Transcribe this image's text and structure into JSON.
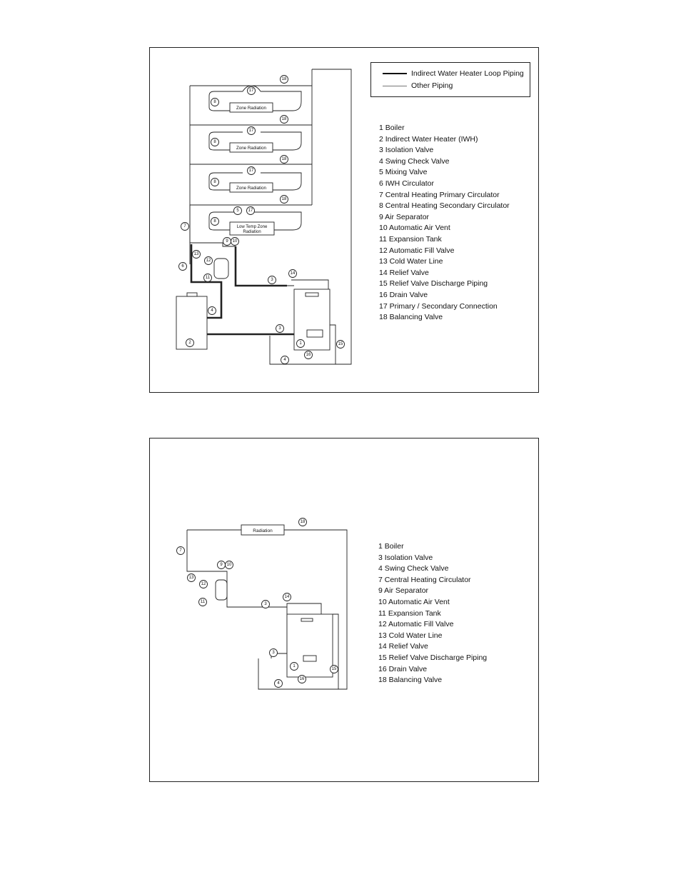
{
  "diagram1": {
    "key": {
      "indirect_label": "Indirect Water Heater Loop Piping",
      "other_label": "Other Piping"
    },
    "legend": [
      "1 Boiler",
      "2 Indirect Water Heater (IWH)",
      "3 Isolation Valve",
      "4 Swing Check Valve",
      "5 Mixing Valve",
      "6 IWH Circulator",
      "7 Central Heating Primary Circulator",
      "8 Central Heating Secondary Circulator",
      "9 Air Separator",
      "10 Automatic Air Vent",
      "11 Expansion Tank",
      "12 Automatic Fill Valve",
      "13 Cold Water Line",
      "14 Relief Valve",
      "15 Relief Valve Discharge Piping",
      "16 Drain Valve",
      "17 Primary / Secondary Connection",
      "18 Balancing Valve"
    ],
    "zones": {
      "zone_radiation": "Zone Radiation",
      "low_temp_line1": "Low Temp Zone",
      "low_temp_line2": "Radiation"
    },
    "callouts": {
      "n1": "1",
      "n2": "2",
      "n3": "3",
      "n4": "4",
      "n5": "5",
      "n6": "6",
      "n7": "7",
      "n8": "8",
      "n9": "9",
      "n10": "10",
      "n11": "11",
      "n12": "12",
      "n13": "13",
      "n14": "14",
      "n15": "15",
      "n16": "16",
      "n17": "17",
      "n18": "18"
    }
  },
  "diagram2": {
    "legend": [
      "1 Boiler",
      "3 Isolation Valve",
      "4 Swing Check Valve",
      "7 Central Heating Circulator",
      "9 Air Separator",
      "10 Automatic Air Vent",
      "11 Expansion Tank",
      "12 Automatic Fill Valve",
      "13 Cold Water Line",
      "14 Relief Valve",
      "15 Relief Valve Discharge Piping",
      "16 Drain Valve",
      "18 Balancing Valve"
    ],
    "radiation_label": "Radiation"
  }
}
